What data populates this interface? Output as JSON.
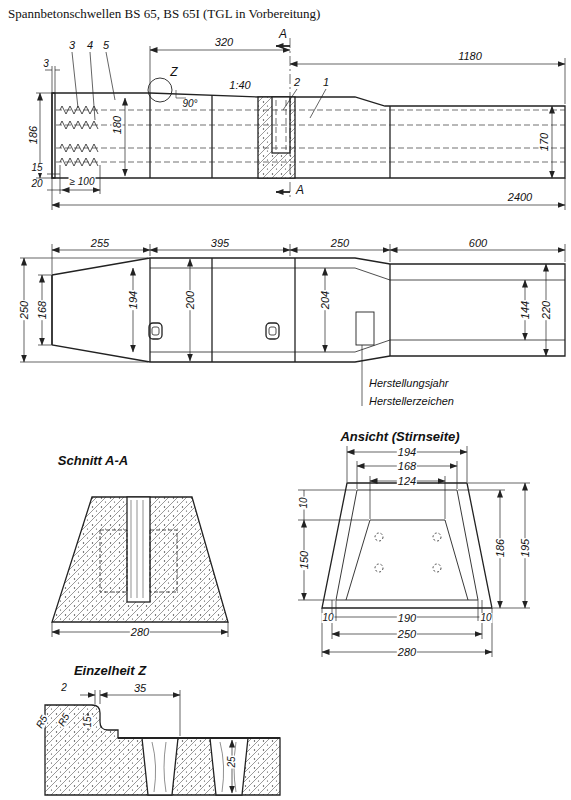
{
  "diagram": {
    "title": "Spannbetonschwellen BS 65, BS 65I (TGL in Vorbereitung)",
    "labels": [
      "3",
      "3",
      "4",
      "5",
      "320",
      "A",
      "Z",
      "1:40",
      "90°",
      "2",
      "1",
      "1180",
      "186",
      "180",
      "170",
      "15",
      "20",
      "≥ 100",
      "2400",
      "A",
      "255",
      "395",
      "250",
      "600",
      "250",
      "168",
      "194",
      "200",
      "204",
      "144",
      "220",
      "Herstellungsjahr",
      "Herstellerzeichen",
      "Schnitt A-A",
      "280",
      "Ansicht (Stirnseite)",
      "194",
      "168",
      "124",
      "10",
      "150",
      "186",
      "195",
      "10",
      "190",
      "10",
      "250",
      "280",
      "Einzelheit Z",
      "2",
      "35",
      "R5",
      "R5",
      "15",
      "25"
    ]
  }
}
